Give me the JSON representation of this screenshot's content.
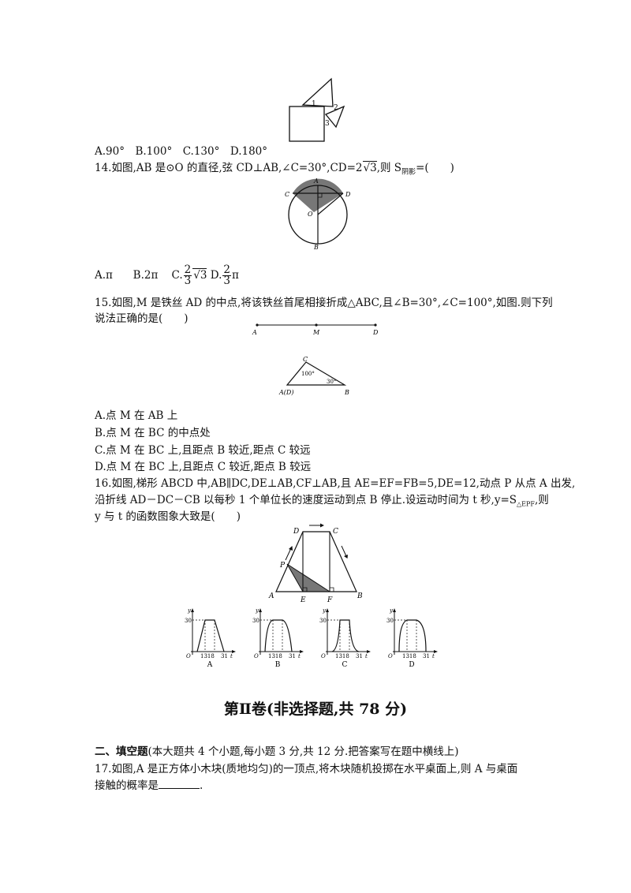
{
  "q13": {
    "options": "A.90°　B.100°　C.130°　D.180°",
    "fig_labels": [
      "1",
      "2",
      "3"
    ]
  },
  "q14": {
    "stem_a": "14.如图,AB 是⊙O 的直径,弦 CD⊥AB,∠C=30°,CD=2",
    "stem_root": "3",
    "stem_b": ",则 S",
    "stem_sub": "阴影",
    "stem_c": "=(　　)",
    "fig_labels": {
      "A": "A",
      "B": "B",
      "C": "C",
      "D": "D",
      "O": "O"
    },
    "opt_a": "A.π",
    "opt_b": "B.2π",
    "opt_c": "C.",
    "opt_c_num": "2",
    "opt_c_den": "3",
    "opt_c_root": "3",
    "opt_d": "D.",
    "opt_d_num": "2",
    "opt_d_den": "3",
    "opt_d_tail": "π"
  },
  "q15": {
    "stem_line1": "15.如图,M 是铁丝 AD 的中点,将该铁丝首尾相接折成△ABC,且∠B=30°,∠C=100°,如图.则下列",
    "stem_line2": "说法正确的是(　　)",
    "fig_line_labels": {
      "A": "A",
      "M": "M",
      "D": "D"
    },
    "fig_tri_labels": {
      "C": "C",
      "AD": "A(D)",
      "B": "B",
      "angC": "100°",
      "angB": "30°"
    },
    "options": [
      "A.点 M 在 AB 上",
      "B.点 M 在 BC 的中点处",
      "C.点 M 在 BC 上,且距点 B 较近,距点 C 较远",
      "D.点 M 在 BC 上,且距点 C 较近,距点 B 较远"
    ]
  },
  "q16": {
    "stem_line1": "16.如图,梯形 ABCD 中,AB∥DC,DE⊥AB,CF⊥AB,且 AE=EF=FB=5,DE=12,动点 P 从点 A 出发,",
    "stem_line2_a": "沿折线 AD－DC－CB 以每秒 1 个单位长的速度运动到点 B 停止.设运动时间为 t 秒,y=S",
    "stem_line2_sub": "△EPF",
    "stem_line2_b": ",则",
    "stem_line3": "y 与 t 的函数图象大致是(　　)",
    "trap_labels": {
      "D": "D",
      "C": "C",
      "P": "P",
      "A": "A",
      "E": "E",
      "F": "F",
      "B": "B"
    },
    "graph_labels": {
      "y": "y",
      "t": "t",
      "O": "O",
      "y30": "30",
      "t1318": "1318",
      "t31": "31"
    },
    "graph_names": [
      "A",
      "B",
      "C",
      "D"
    ]
  },
  "part2": {
    "title": "第Ⅱ卷(非选择题,共 78 分)"
  },
  "sec2": {
    "heading_bold": "二、填空题",
    "heading_rest": "(本大题共 4 个小题,每小题 3 分,共 12 分.把答案写在题中横线上)"
  },
  "q17": {
    "line1": "17.如图,A 是正方体小木块(质地均匀)的一顶点,将木块随机投掷在水平桌面上,则 A 与桌面",
    "line2_a": "接触的概率是",
    "line2_b": "."
  }
}
